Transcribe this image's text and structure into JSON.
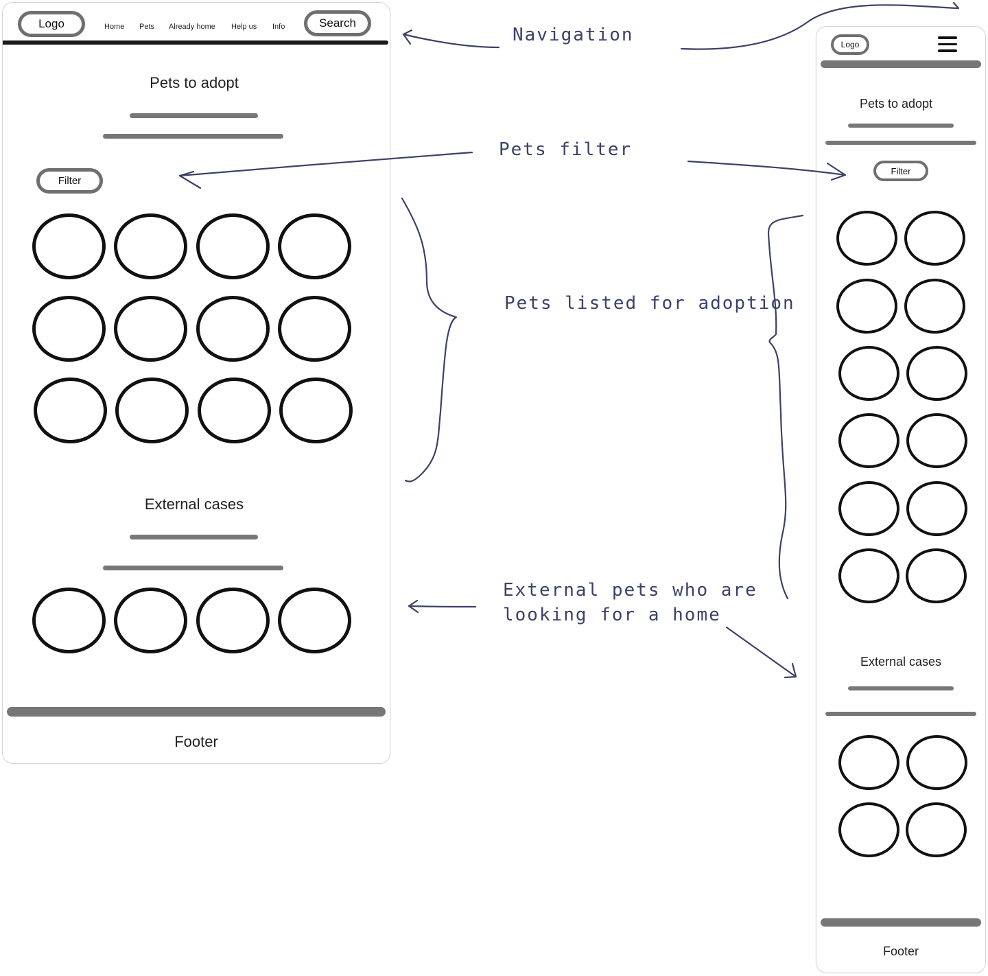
{
  "desktop": {
    "nav": {
      "logo": "Logo",
      "links": [
        "Home",
        "Pets",
        "Already home",
        "Help us",
        "Info"
      ],
      "search": "Search"
    },
    "pets_heading": "Pets to adopt",
    "filter": "Filter",
    "external_heading": "External cases",
    "footer": "Footer"
  },
  "mobile": {
    "logo": "Logo",
    "menu_icon": "hamburger-menu-icon",
    "pets_heading": "Pets to adopt",
    "filter": "Filter",
    "external_heading": "External cases",
    "footer": "Footer"
  },
  "annotations": {
    "navigation": "Navigation",
    "pets_filter": "Pets filter",
    "pets_listed": "Pets listed for adoption",
    "external_line1": "External pets who are",
    "external_line2": "looking for a home"
  },
  "colors": {
    "annotation": "#3c4168",
    "placeholder_bar": "#777777",
    "ring": "#111111"
  }
}
